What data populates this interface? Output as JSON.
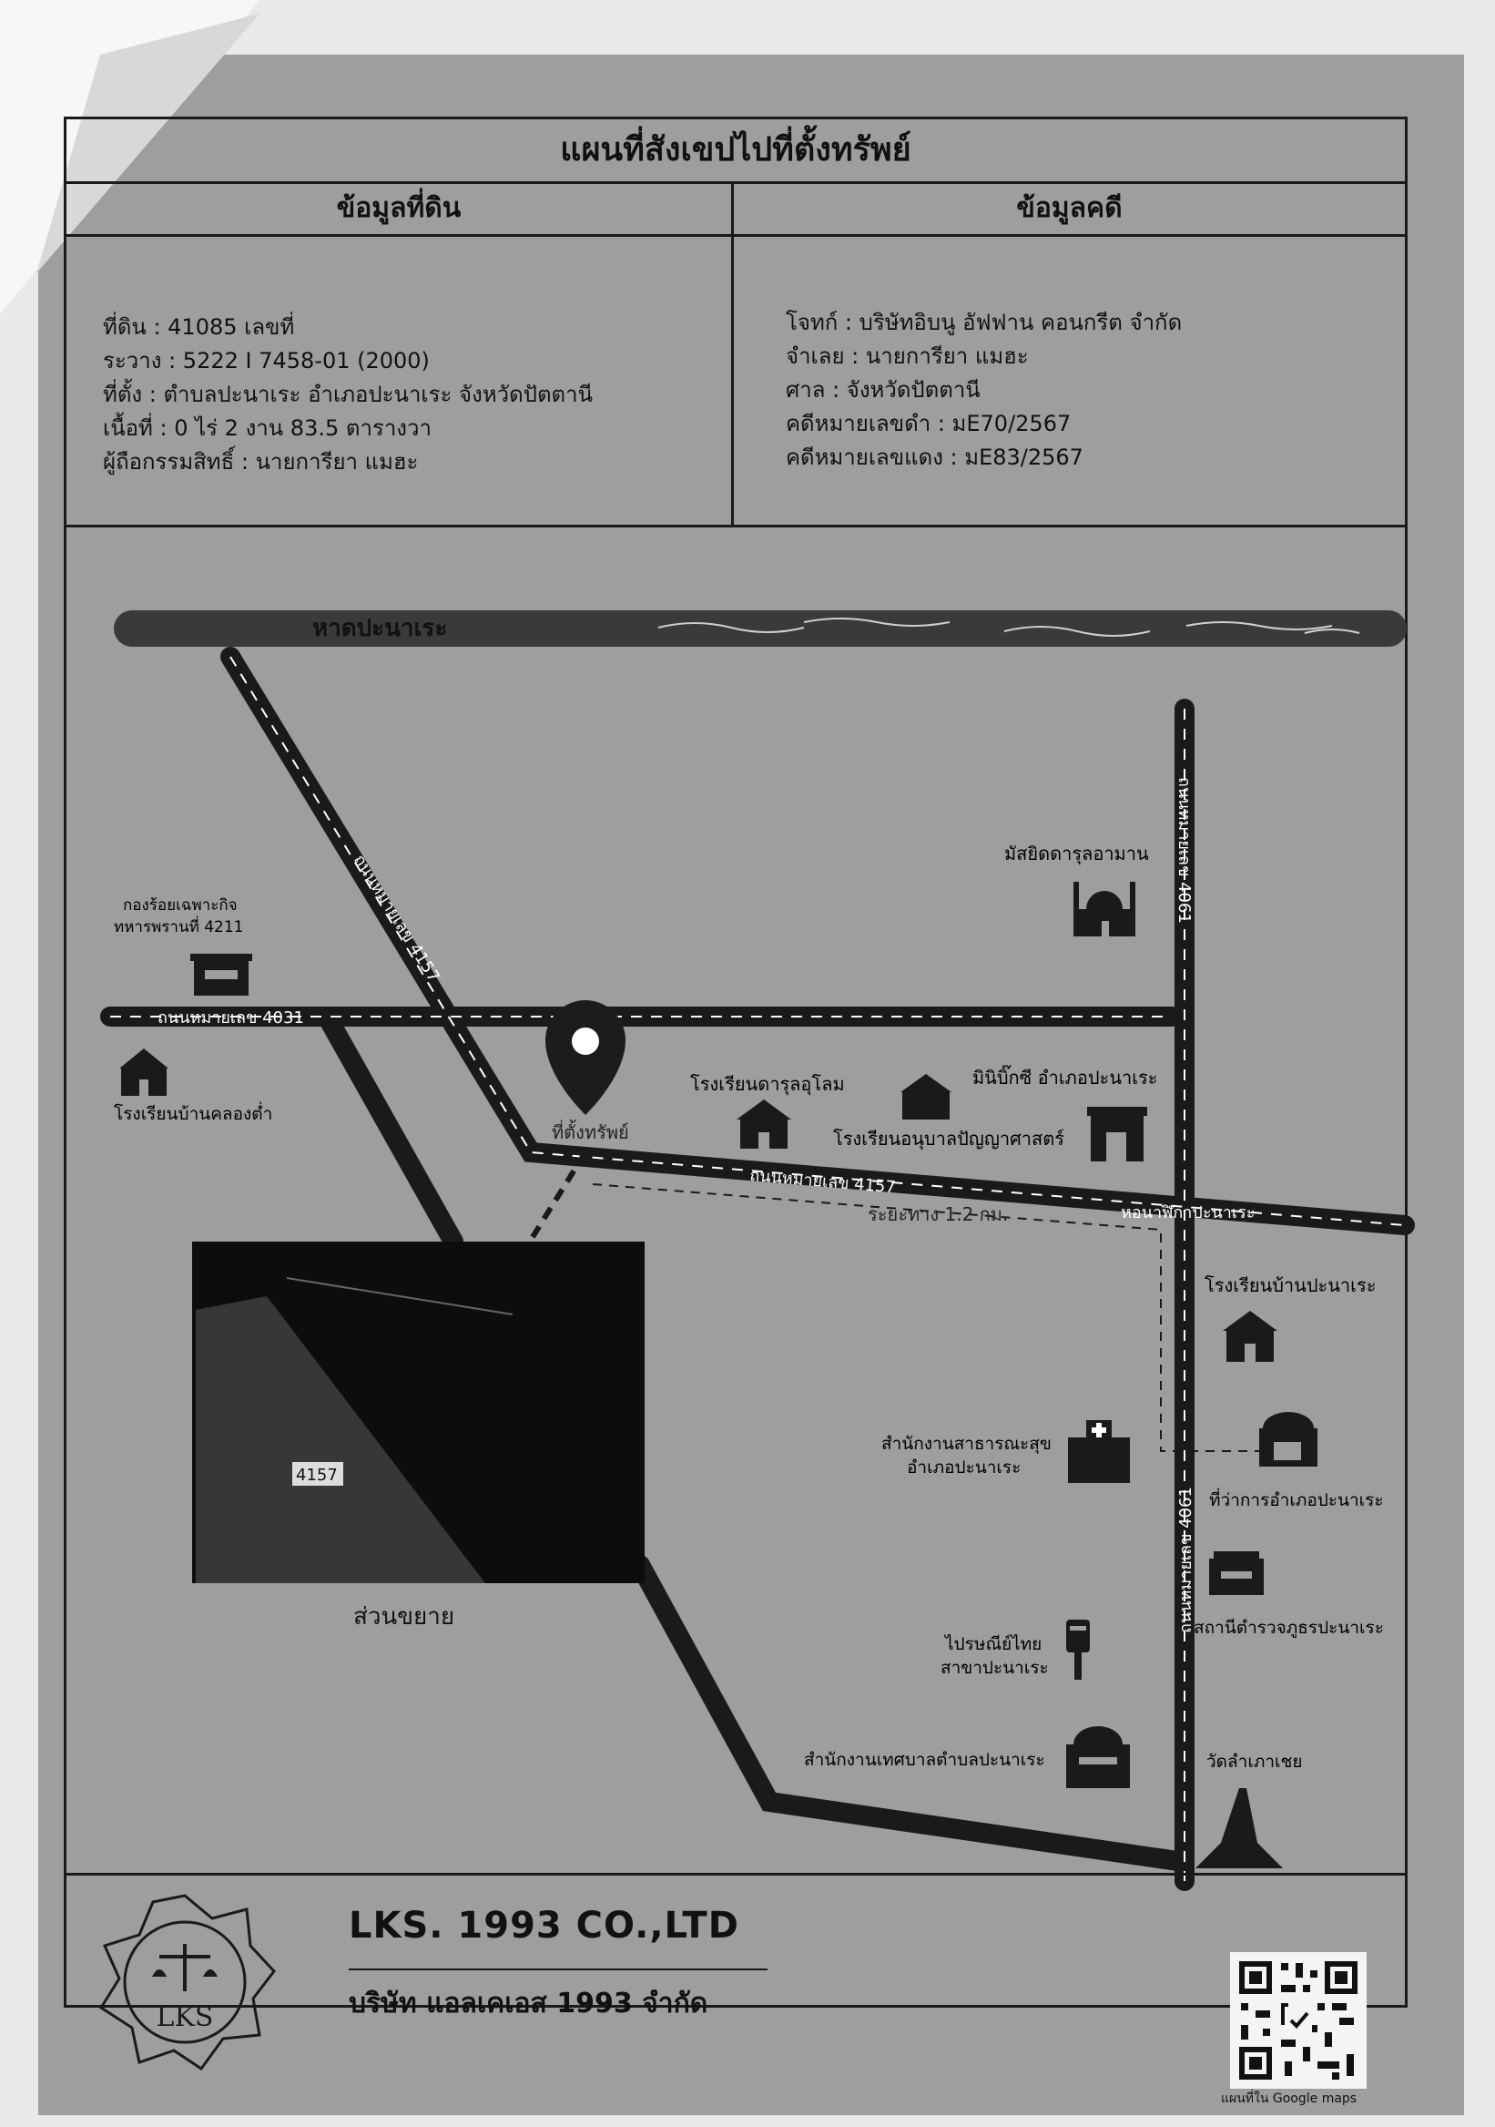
{
  "title": "แผนที่สังเขปไปที่ตั้งทรัพย์",
  "land_info": {
    "header": "ข้อมูลที่ดิน",
    "lines": [
      "ที่ดิน   : 41085 เลขที่",
      "ระวาง : 5222 I 7458-01 (2000)",
      "ที่ตั้ง   : ตำบลปะนาเระ อำเภอปะนาเระ จังหวัดปัตตานี",
      "เนื้อที่  : 0 ไร่ 2 งาน 83.5 ตารางวา",
      "ผู้ถือกรรมสิทธิ์ : นายการียา แมฮะ"
    ]
  },
  "case_info": {
    "header": "ข้อมูลคดี",
    "lines": [
      "โจทก์   : บริษัทอิบนู อัฟฟาน คอนกรีต จำกัด",
      "จำเลย   : นายการียา แมฮะ",
      "ศาล      : จังหวัดปัตตานี",
      "คดีหมายเลขดำ   : มE70/2567",
      "คดีหมายเลขแดง : มE83/2567"
    ]
  },
  "map": {
    "beach": "หาดปะนาเระ",
    "roads": {
      "r4157_diag": "ถนนหมายเลข 4157",
      "r4031": "ถนนหมายเลข 4031",
      "r4157_main": "ถนนหมายเลข 4157",
      "r4061_top": "ถนนหมายเลข 4061",
      "r4061_bottom": "ถนนหมายเลข 4061"
    },
    "distance": "ระยะทาง 1.2 กม.",
    "property": "ที่ตั้งทรัพย์",
    "inset_caption": "ส่วนขยาย",
    "inset_road": "4157",
    "landmarks": {
      "mosque": "มัสยิดดารุลอามาน",
      "military_1": "กองร้อยเฉพาะกิจ",
      "military_2": "ทหารพรานที่ 4211",
      "school_khlong": "โรงเรียนบ้านคลองต่ำ",
      "school_darul": "โรงเรียนดารุลอุโลม",
      "minibigc": "มินิบิ๊กซี อำเภอปะนาเระ",
      "kindergarten": "โรงเรียนอนุบาลปัญญาศาสตร์",
      "clock_tower": "หอนาฬิกาปะนาเระ",
      "school_panare": "โรงเรียนบ้านปะนาเระ",
      "health_1": "สำนักงานสาธารณะสุข",
      "health_2": "อำเภอปะนาเระ",
      "district_office": "ที่ว่าการอำเภอปะนาเระ",
      "police": "สถานีตำรวจภูธรปะนาเระ",
      "post_1": "ไปรษณีย์ไทย",
      "post_2": "สาขาปะนาเระ",
      "municipal": "สำนักงานเทศบาลตำบลปะนาเระ",
      "temple": "วัดลำเภาเชย"
    }
  },
  "footer": {
    "company_en": "LKS. 1993 CO.,LTD",
    "company_th": "บริษัท แอลเคเอส 1993 จำกัด",
    "logo_text": "LKS",
    "qr_caption": "แผนที่ใน Google maps"
  },
  "colors": {
    "paper": "#9e9e9e",
    "ink": "#111111",
    "road": "#1a1a1a"
  }
}
